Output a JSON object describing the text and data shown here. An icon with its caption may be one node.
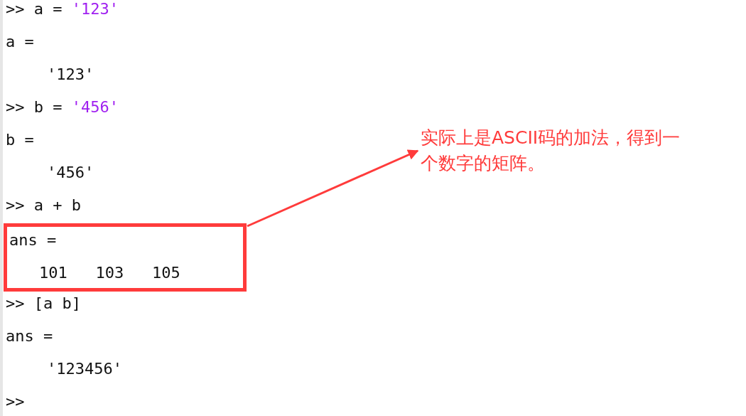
{
  "diagram": {
    "nodes": [
      {
        "text": [
          "ans =",
          "101   103   105"
        ]
      },
      {
        "text": [
          "实际上是ASCII码的加法，得到一个数字的矩阵。"
        ]
      }
    ],
    "edges": [
      {
        "from": 0,
        "to": 1,
        "arrow": "to"
      }
    ],
    "labels": [
      ">> a = '123'",
      "a =",
      "'123'",
      ">> b = '456'",
      "b =",
      "'456'",
      ">> a + b",
      ">> [a b]",
      "ans =",
      "'123456'",
      ">>"
    ]
  }
}
